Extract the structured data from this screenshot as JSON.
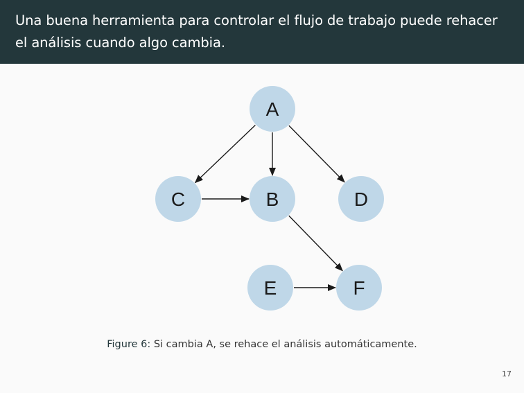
{
  "slide": {
    "title": "Una buena herramienta para controlar el flujo de trabajo puede rehacer el análisis cuando algo cambia.",
    "page_number": "17"
  },
  "diagram": {
    "nodes": [
      {
        "id": "A",
        "label": "A"
      },
      {
        "id": "B",
        "label": "B"
      },
      {
        "id": "C",
        "label": "C"
      },
      {
        "id": "D",
        "label": "D"
      },
      {
        "id": "E",
        "label": "E"
      },
      {
        "id": "F",
        "label": "F"
      }
    ],
    "edges": [
      {
        "from": "A",
        "to": "C"
      },
      {
        "from": "A",
        "to": "B"
      },
      {
        "from": "A",
        "to": "D"
      },
      {
        "from": "C",
        "to": "B"
      },
      {
        "from": "B",
        "to": "F"
      },
      {
        "from": "E",
        "to": "F"
      }
    ],
    "colors": {
      "node_fill": "#bfd7e8",
      "edge": "#1a1a1a",
      "header_bg": "#23373b"
    }
  },
  "caption": {
    "label": "Figure 6:",
    "text": " Si cambia A, se rehace el análisis automáticamente."
  }
}
